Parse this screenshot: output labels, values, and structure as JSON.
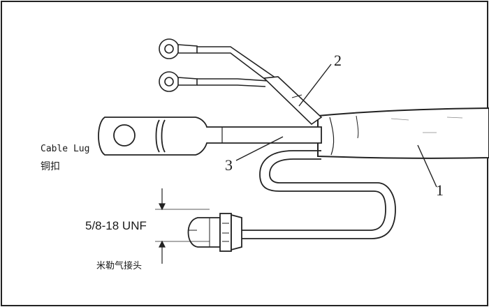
{
  "labels": {
    "cable_lug_en": "Cable Lug",
    "cable_lug_cn": "铜扣",
    "callout_1": "1",
    "callout_2": "2",
    "callout_3": "3",
    "thread_spec": "5/8-18 UNF",
    "fitting_cn": "米勒气接头"
  }
}
